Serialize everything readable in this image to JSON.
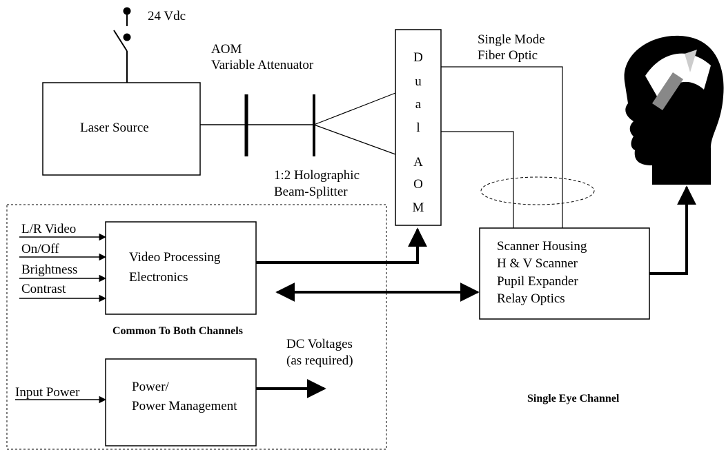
{
  "labels": {
    "vdc": "24 Vdc",
    "aom": "AOM",
    "variable_attenuator": "Variable Attenuator",
    "single_mode": "Single Mode",
    "fiber_optic": "Fiber Optic",
    "laser_source": "Laser Source",
    "dual_aom_letters": [
      "D",
      "u",
      "a",
      "l",
      "A",
      "O",
      "M"
    ],
    "splitter_line1": "1:2 Holographic",
    "splitter_line2": "Beam-Splitter",
    "inputs": [
      "L/R Video",
      "On/Off",
      "Brightness",
      "Contrast"
    ],
    "video_line1": "Video Processing",
    "video_line2": "Electronics",
    "scanner_lines": [
      "Scanner Housing",
      "H & V Scanner",
      "Pupil Expander",
      "Relay Optics"
    ],
    "common": "Common To Both Channels",
    "dc_line1": "DC Voltages",
    "dc_line2": "(as required)",
    "input_power": "Input Power",
    "power_line1": "Power/",
    "power_line2": "Power Management",
    "single_eye": "Single Eye Channel"
  }
}
